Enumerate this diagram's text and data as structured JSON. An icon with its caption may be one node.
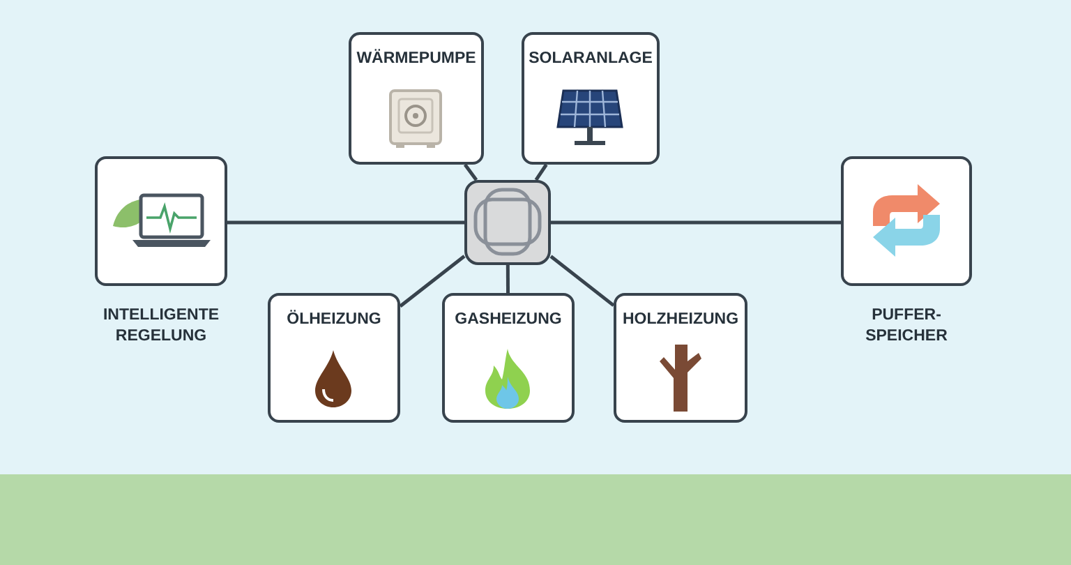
{
  "diagram": {
    "nodes": [
      {
        "text": [
          "WÄRMEPUMPE"
        ]
      },
      {
        "text": [
          "SOLARANLAGE"
        ]
      },
      {
        "text": [
          "INTELLIGENTE REGELUNG"
        ]
      },
      {
        "text": [],
        "shape": "box"
      },
      {
        "text": [
          "PUFFER- SPEICHER"
        ]
      },
      {
        "text": [
          "ÖLHEIZUNG"
        ]
      },
      {
        "text": [
          "GASHEIZUNG"
        ]
      },
      {
        "text": [
          "HOLZHEIZUNG"
        ]
      }
    ],
    "edges": [
      {
        "from": 3,
        "to": 0,
        "arrow": "none"
      },
      {
        "from": 3,
        "to": 1,
        "arrow": "none"
      },
      {
        "from": 3,
        "to": 2,
        "arrow": "none"
      },
      {
        "from": 3,
        "to": 4,
        "arrow": "none"
      },
      {
        "from": 3,
        "to": 5,
        "arrow": "none"
      },
      {
        "from": 3,
        "to": 6,
        "arrow": "none"
      },
      {
        "from": 3,
        "to": 7,
        "arrow": "none"
      }
    ]
  }
}
